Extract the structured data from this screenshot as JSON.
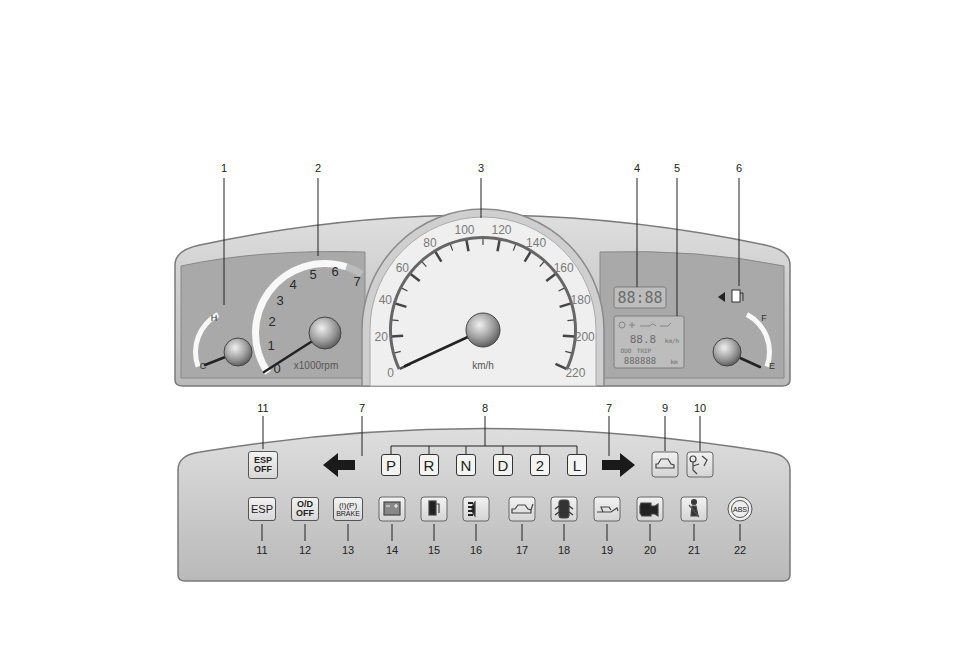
{
  "diagram": {
    "nodes": [
      {
        "text": [
          "ESP OFF"
        ]
      },
      {
        "text": [
          "P"
        ]
      },
      {
        "text": [
          "R"
        ]
      },
      {
        "text": [
          "N"
        ]
      },
      {
        "text": [
          "D"
        ]
      },
      {
        "text": [
          "2"
        ]
      },
      {
        "text": [
          "L"
        ]
      },
      {
        "text": [
          "ESP"
        ]
      },
      {
        "text": [
          "O/D OFF"
        ]
      },
      {
        "text": [
          "(!)(P)",
          "BRAKE"
        ]
      },
      {
        "text": [
          "ABS"
        ]
      }
    ],
    "labels": [
      "1",
      "2",
      "3",
      "4",
      "5",
      "6",
      "H",
      "C",
      "0",
      "1",
      "2",
      "3",
      "4",
      "5",
      "6",
      "7",
      "x1000rpm",
      "0",
      "20",
      "40",
      "60",
      "80",
      "100",
      "120",
      "140",
      "160",
      "180",
      "200",
      "220",
      "km/h",
      "88:88",
      "88.8",
      "km/h",
      "ODO",
      "TRIP",
      "888888",
      "km",
      "F",
      "E",
      "11",
      "7",
      "8",
      "7",
      "9",
      "10",
      "11",
      "12",
      "13",
      "14",
      "15",
      "16",
      "17",
      "18",
      "19",
      "20",
      "21",
      "22"
    ]
  }
}
